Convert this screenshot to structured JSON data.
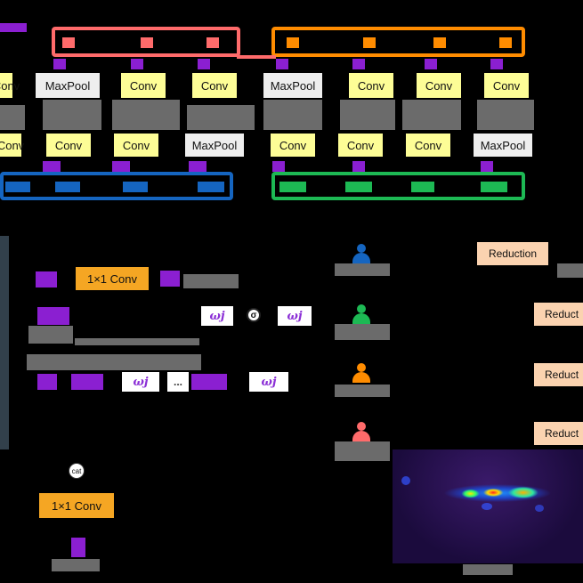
{
  "labels": {
    "conv": "Conv",
    "maxpool": "MaxPool",
    "conv1x1": "1×1 Conv",
    "reduction": "Reduction",
    "reduct": "Reduct",
    "cat": "cat",
    "sigma": "σ",
    "omega": "ωj",
    "ellipsis": "..."
  },
  "colors": {
    "background": "#000000",
    "conv_block": "#fdfd96",
    "pool_block": "#eeeeee",
    "onebyone_conv": "#f5a623",
    "reduction_block": "#fbd3b0",
    "feature_square": "#8b1fd1",
    "group_red": "#ff6b6b",
    "group_orange": "#ff8c00",
    "group_blue": "#1565c0",
    "group_green": "#1db954",
    "gray_bar": "#6b6b6b"
  },
  "icons": [
    "person-blue-icon",
    "person-green-icon",
    "person-orange-icon",
    "person-red-icon",
    "heatmap-image"
  ]
}
